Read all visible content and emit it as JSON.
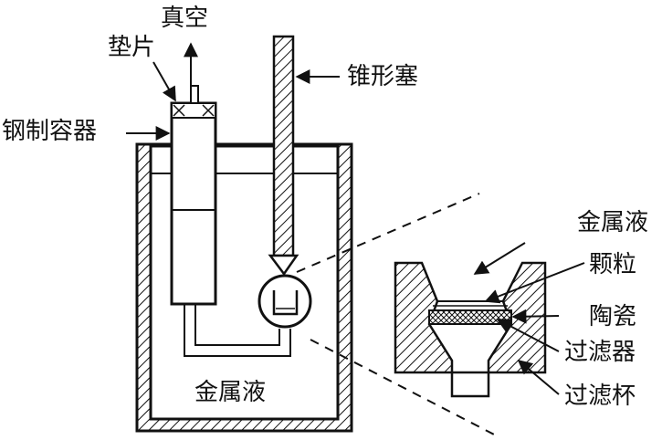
{
  "labels": {
    "vacuum": "真空",
    "gasket": "垫片",
    "steel_container": "钢制容器",
    "cone_stopper": "锥形塞",
    "melt_bottom": "金属液",
    "melt_detail": "金属液",
    "particles": "颗粒",
    "ceramic": "陶瓷",
    "filter": "过滤器",
    "filter_cup": "过滤杯"
  },
  "colors": {
    "line": "#111111",
    "background": "#ffffff"
  }
}
